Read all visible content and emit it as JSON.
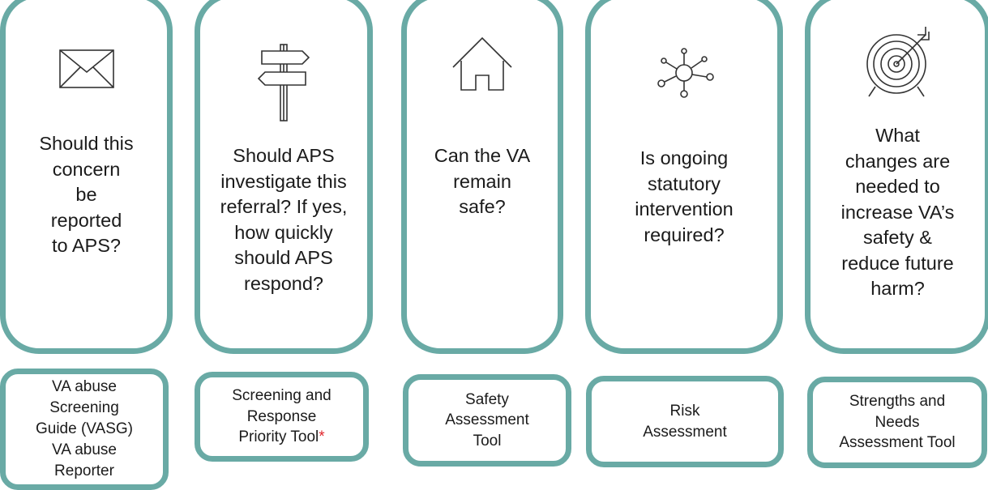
{
  "stages": [
    {
      "icon": "envelope-icon",
      "question": [
        "Should this",
        "concern",
        "be",
        "reported",
        "to APS?"
      ],
      "tool": [
        "VA abuse",
        "Screening",
        "Guide (VASG)",
        "VA abuse",
        "Reporter"
      ]
    },
    {
      "icon": "signpost-icon",
      "question": [
        "Should APS",
        "investigate this",
        "referral? If yes,",
        "how quickly",
        "should APS",
        "respond?"
      ],
      "tool": [
        "Screening and",
        "Response",
        "Priority Tool"
      ],
      "tool_asterisk": "*"
    },
    {
      "icon": "house-icon",
      "question": [
        "Can the VA",
        "remain",
        "safe?"
      ],
      "tool": [
        "Safety",
        "Assessment",
        "Tool"
      ]
    },
    {
      "icon": "network-icon",
      "question": [
        "Is ongoing",
        "statutory",
        "intervention",
        "required?"
      ],
      "tool": [
        "Risk",
        "Assessment"
      ]
    },
    {
      "icon": "target-icon",
      "question": [
        "What",
        "changes are",
        "needed to",
        "increase VA’s",
        "safety &",
        "reduce future",
        "harm?"
      ],
      "tool": [
        "Strengths and",
        "Needs",
        "Assessment Tool"
      ]
    }
  ],
  "colors": {
    "border": "#69aaa5",
    "asterisk": "#e0262c"
  }
}
